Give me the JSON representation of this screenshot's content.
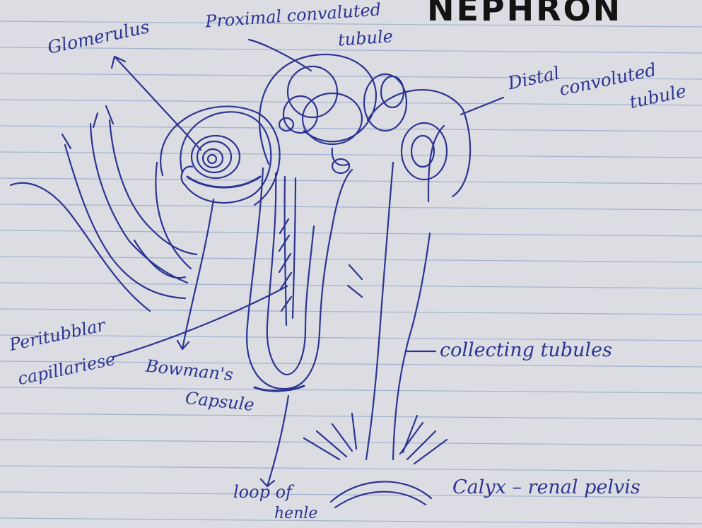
{
  "diagram": {
    "title": "NEPHRON",
    "labels": {
      "glomerulus": "Glomerulus",
      "pct_line1": "Proximal convaluted",
      "pct_line2": "tubule",
      "dct_line1": "Distal",
      "dct_line2": "convoluted",
      "dct_line3": "tubule",
      "peritubular_line1": "Peritubblar",
      "peritubular_line2": "capillariese",
      "bowman_line1": "Bowman's",
      "bowman_line2": "Capsule",
      "collecting": "collecting tubules",
      "loop_line1": "loop of",
      "loop_line2": "henle",
      "calyx": "Calyx – renal pelvis"
    }
  },
  "colors": {
    "paper": "#dcdde3",
    "rule_line": "#a6b3cf",
    "ink": "#2c3592",
    "title_ink": "#131313"
  }
}
